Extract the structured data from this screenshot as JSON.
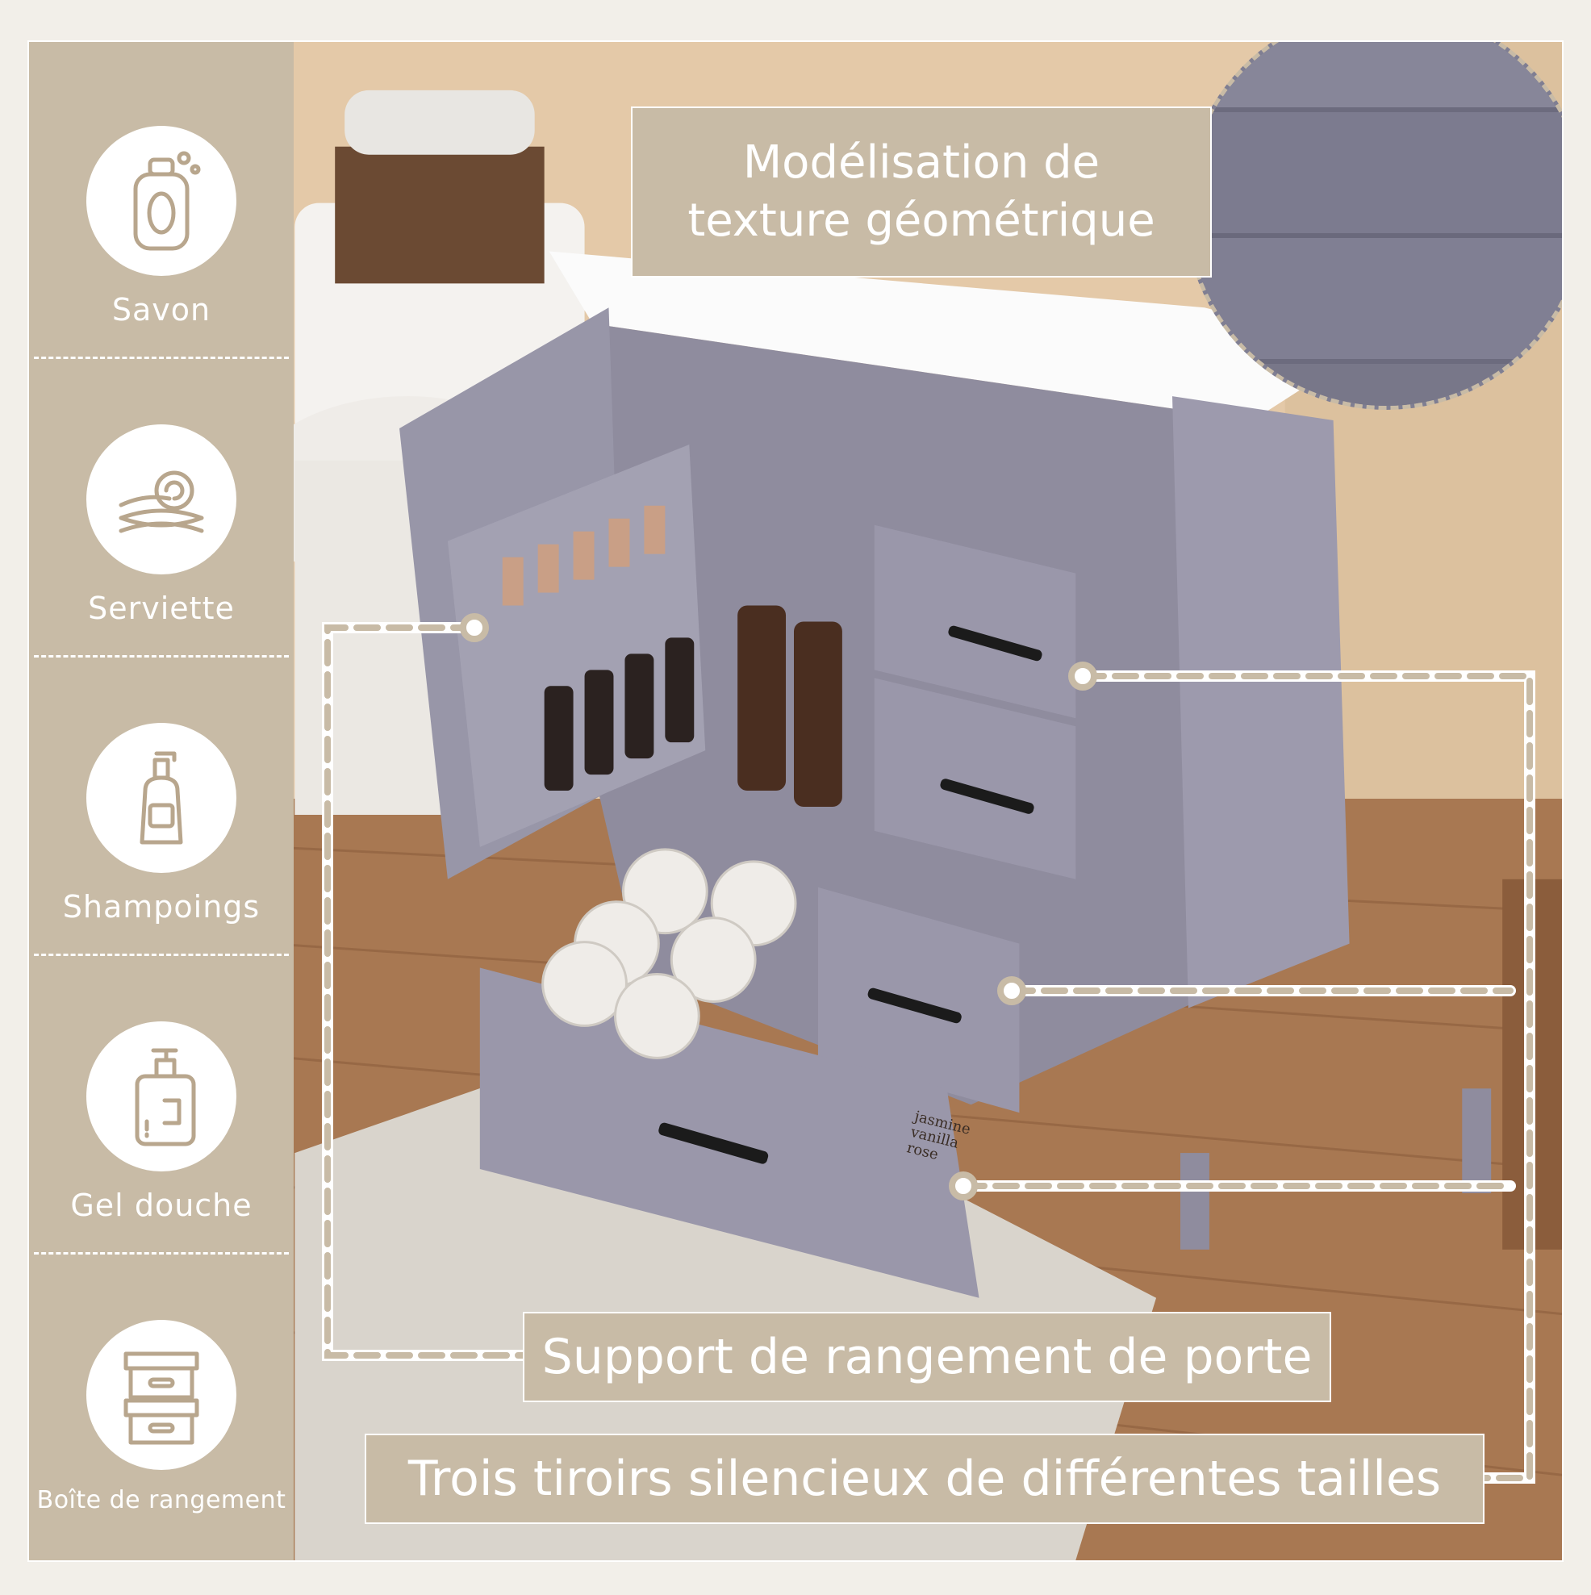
{
  "sidebar": {
    "items": [
      {
        "label": "Savon",
        "icon": "soap-bottle-icon"
      },
      {
        "label": "Serviette",
        "icon": "towel-icon"
      },
      {
        "label": "Shampoings",
        "icon": "pump-bottle-icon"
      },
      {
        "label": "Gel douche",
        "icon": "shower-gel-icon"
      },
      {
        "label": "Boîte de rangement",
        "icon": "storage-box-icon"
      }
    ]
  },
  "callouts": {
    "texture": {
      "line1": "Modélisation de",
      "line2": "texture géométrique"
    },
    "door": "Support de rangement de porte",
    "drawers": "Trois tiroirs silencieux de différentes tailles"
  },
  "photo": {
    "label_lines": [
      "jasmine",
      "vanilla",
      "rose"
    ]
  },
  "colors": {
    "accent": "#c8bba6",
    "cabinet": "#8f8c9e",
    "wall": "#e4c9a8",
    "floor": "#a87852"
  }
}
